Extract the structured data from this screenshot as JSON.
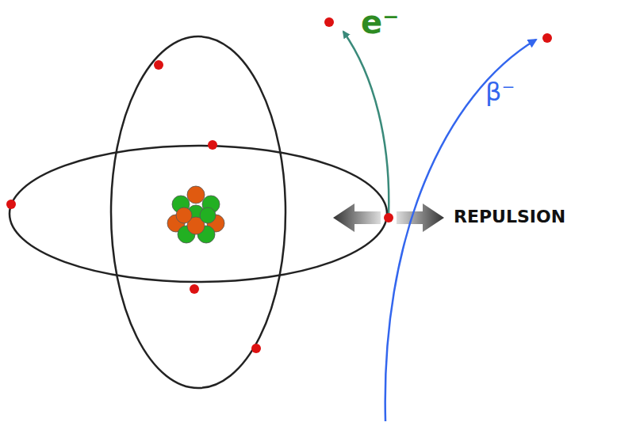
{
  "diagram": {
    "labels": [
      "e⁻",
      "β⁻",
      "REPULSION"
    ]
  }
}
